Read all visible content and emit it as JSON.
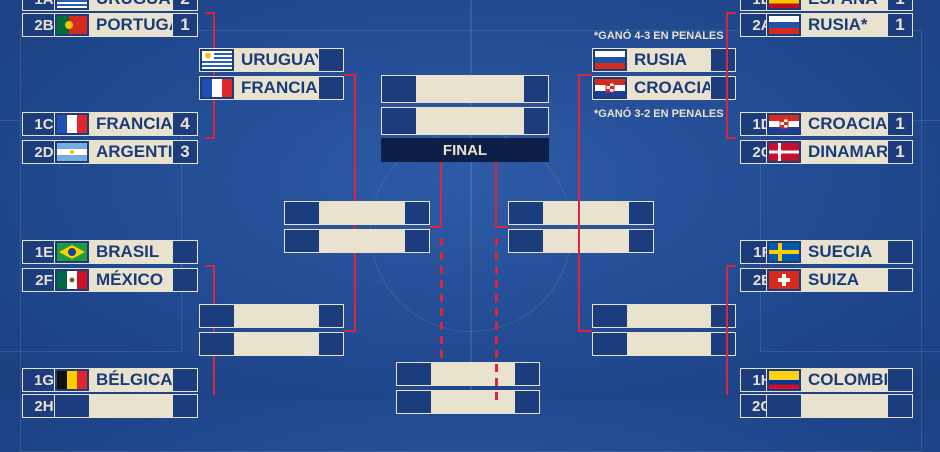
{
  "colors": {
    "background": "#234d95",
    "panel": "#e9e2cf",
    "slot": "#1b3d7d",
    "line": "#d7263d"
  },
  "left": {
    "m1": {
      "seed_a": "1A",
      "team_a": "URUGUAY",
      "score_a": "2",
      "flag_a": "uruguay-flag-icon",
      "seed_b": "2B",
      "team_b": "PORTUGAL",
      "score_b": "1",
      "flag_b": "portugal-flag-icon"
    },
    "m2": {
      "seed_a": "1C",
      "team_a": "FRANCIA",
      "score_a": "4",
      "flag_a": "france-flag-icon",
      "seed_b": "2D",
      "team_b": "ARGENTINA",
      "score_b": "3",
      "flag_b": "argentina-flag-icon"
    },
    "m3": {
      "seed_a": "1E",
      "team_a": "BRASIL",
      "score_a": "",
      "flag_a": "brazil-flag-icon",
      "seed_b": "2F",
      "team_b": "MÉXICO",
      "score_b": "",
      "flag_b": "mexico-flag-icon"
    },
    "m4": {
      "seed_a": "1G",
      "team_a": "BÉLGICA",
      "score_a": "",
      "flag_a": "belgium-flag-icon",
      "seed_b": "2H",
      "team_b": "",
      "score_b": ""
    },
    "qf1": {
      "team_a": "URUGUAY",
      "team_b": "FRANCIA"
    }
  },
  "right": {
    "m1": {
      "seed_a": "1B",
      "team_a": "ESPAÑA",
      "score_a": "1",
      "flag_a": "spain-flag-icon",
      "seed_b": "2A",
      "team_b": "RUSIA*",
      "score_b": "1",
      "flag_b": "russia-flag-icon"
    },
    "m2": {
      "seed_a": "1D",
      "team_a": "CROACIA*",
      "score_a": "1",
      "flag_a": "croatia-flag-icon",
      "seed_b": "2C",
      "team_b": "DINAMARCA",
      "score_b": "1",
      "flag_b": "denmark-flag-icon"
    },
    "m3": {
      "seed_a": "1F",
      "team_a": "SUECIA",
      "score_a": "",
      "flag_a": "sweden-flag-icon",
      "seed_b": "2E",
      "team_b": "SUIZA",
      "score_b": "",
      "flag_b": "switzerland-flag-icon"
    },
    "m4": {
      "seed_a": "1H",
      "team_a": "COLOMBIA",
      "score_a": "",
      "flag_a": "colombia-flag-icon",
      "seed_b": "2G",
      "team_b": "",
      "score_b": ""
    },
    "qf1": {
      "team_a": "RUSIA",
      "team_b": "CROACIA"
    },
    "note_top": "*GANÓ 4-3 EN PENALES",
    "note_bottom": "*GANÓ 3-2 EN PENALES"
  },
  "final": {
    "label": "FINAL"
  }
}
